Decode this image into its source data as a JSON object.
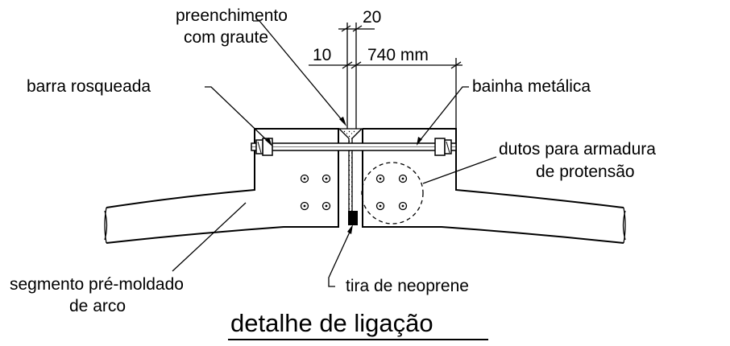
{
  "labels": {
    "preenchimento_1": "preenchimento",
    "preenchimento_2": "com graute",
    "dim_20": "20",
    "dim_10": "10",
    "dim_740": "740 mm",
    "barra": "barra rosqueada",
    "bainha": "bainha metálica",
    "dutos_1": "dutos para armadura",
    "dutos_2": "de protensão",
    "segmento_1": "segmento pré-moldado",
    "segmento_2": "de arco",
    "neoprene": "tira de neoprene"
  },
  "title": "detalhe de ligação"
}
